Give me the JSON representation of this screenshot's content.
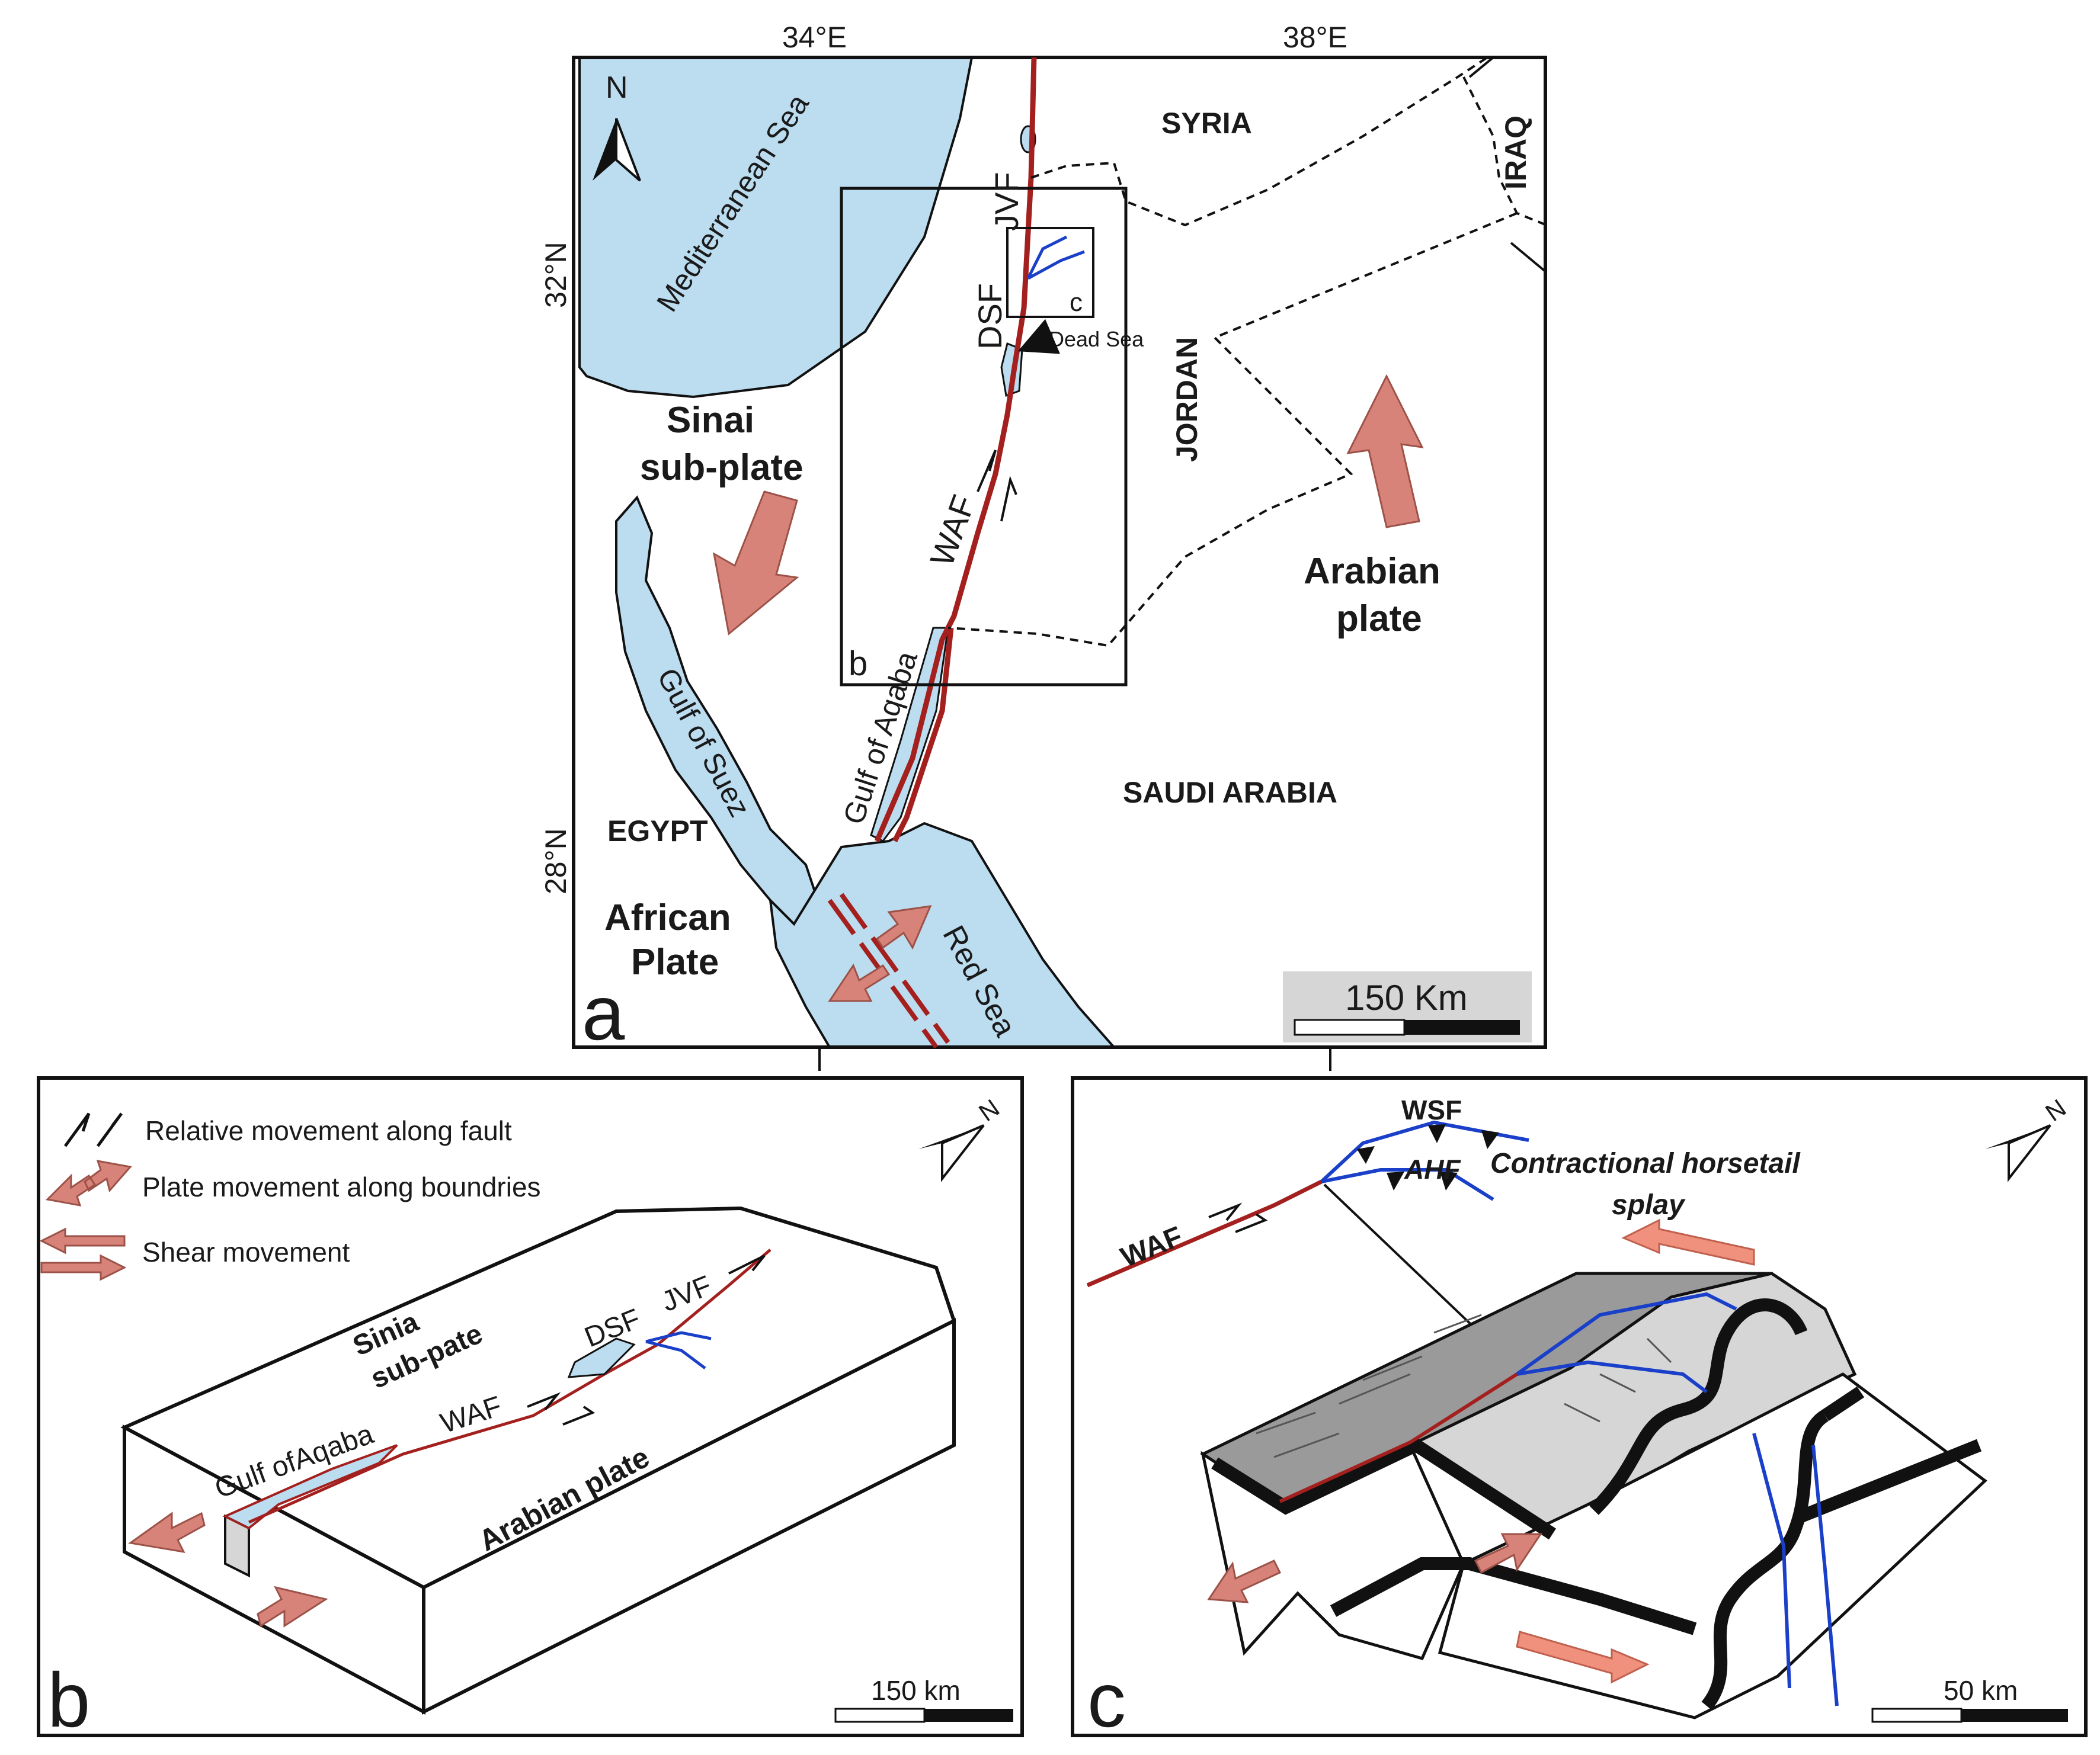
{
  "panel_a": {
    "label": "a",
    "lon_labels": [
      "34°E",
      "38°E"
    ],
    "lat_labels": [
      "32°N",
      "28°N"
    ],
    "north": "N",
    "seas": {
      "mediterranean": "Mediterranean Sea",
      "red_sea": "Red Sea",
      "gulf_suez": "Gulf of Suez",
      "gulf_aqaba": "Gulf of Aqaba",
      "dead_sea": "Dead Sea"
    },
    "countries": {
      "syria": "SYRIA",
      "iraq": "IRAQ",
      "jordan": "JORDAN",
      "saudi": "SAUDI ARABIA",
      "egypt": "EGYPT"
    },
    "plates": {
      "sinai_1": "Sinai",
      "sinai_2": "sub-plate",
      "african_1": "African",
      "african_2": "Plate",
      "arabian_1": "Arabian",
      "arabian_2": "plate"
    },
    "faults": {
      "jvf": "JVF",
      "dsf": "DSF",
      "waf": "WAF"
    },
    "inset_b": "b",
    "inset_c": "c",
    "scale": "150 Km"
  },
  "panel_b": {
    "label": "b",
    "legend": {
      "relative": "Relative movement along fault",
      "plate": "Plate movement along boundries",
      "shear": "Shear movement"
    },
    "labels": {
      "sinai_1": "Sinia",
      "sinai_2": "sub-pate",
      "waf": "WAF",
      "dsf": "DSF",
      "jvf": "JVF",
      "gulf": "Gulf ofAqaba",
      "arabian": "Arabian plate"
    },
    "north": "N",
    "scale": "150 km"
  },
  "panel_c": {
    "label": "c",
    "labels": {
      "wsf": "WSF",
      "ahf": "AHF",
      "waf": "WAF",
      "title_1": "Contractional horsetail",
      "title_2": "splay"
    },
    "north": "N",
    "scale": "50 km"
  },
  "colors": {
    "sea": "#bcdcf0",
    "fault": "#a3201e",
    "splay": "#1a3fc9",
    "arrow": "#d8837a",
    "arrow_dark": "#9c5248",
    "grey": "#9a9a9a",
    "light_grey": "#d6d6d6"
  }
}
